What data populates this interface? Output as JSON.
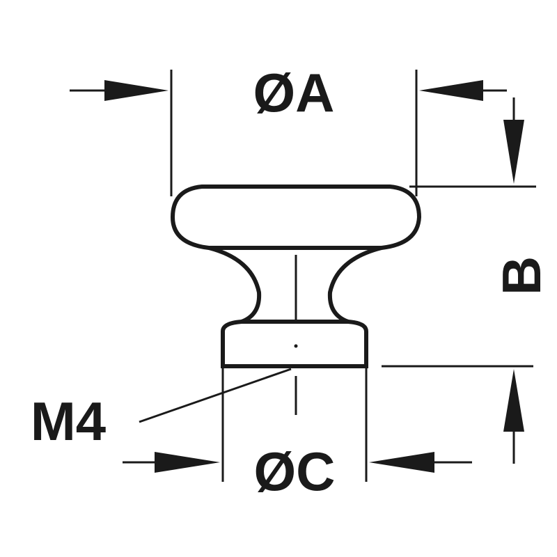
{
  "diagram": {
    "labels": {
      "dim_a": "ØA",
      "dim_b": "B",
      "dim_c": "ØC",
      "thread": "M4"
    },
    "colors": {
      "ink": "#1a1a1a",
      "background": "#ffffff"
    }
  }
}
